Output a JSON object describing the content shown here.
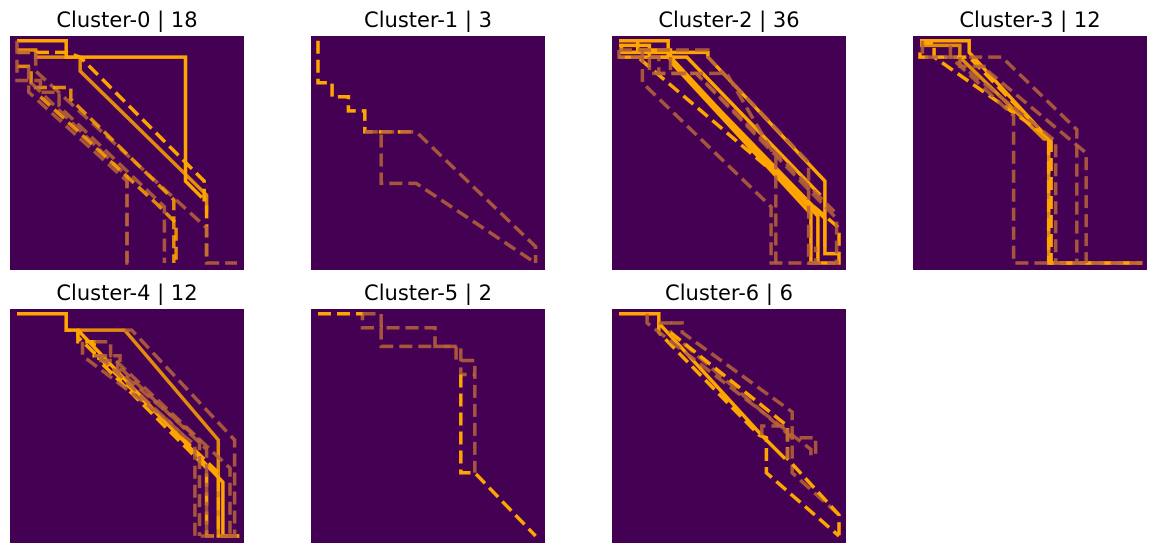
{
  "colors": {
    "background": "#440154",
    "line": "#ffa500",
    "line_faded": "#b8643a"
  },
  "chart_data": [
    {
      "type": "line",
      "title": "Cluster-0 | 18",
      "xlim": [
        0,
        100
      ],
      "ylim": [
        0,
        100
      ],
      "grid": false,
      "axes_visible": false,
      "series": [
        {
          "style": "solid",
          "opacity": 1.0,
          "x": [
            3,
            24,
            24,
            75,
            75,
            82
          ],
          "y": [
            98,
            98,
            91,
            91,
            38,
            31
          ]
        },
        {
          "style": "solid",
          "opacity": 0.85,
          "x": [
            3,
            11,
            11,
            30,
            30,
            84,
            84
          ],
          "y": [
            94,
            94,
            91,
            91,
            85,
            32,
            25
          ]
        },
        {
          "style": "dashed",
          "opacity": 1.0,
          "x": [
            3,
            24,
            30,
            83,
            83,
            84,
            84
          ],
          "y": [
            93,
            93,
            91,
            38,
            30,
            30,
            3
          ]
        },
        {
          "style": "dashed",
          "opacity": 0.55,
          "x": [
            3,
            11,
            11,
            84,
            84,
            97
          ],
          "y": [
            93,
            93,
            85,
            18,
            3,
            3
          ]
        },
        {
          "style": "dashed",
          "opacity": 0.85,
          "x": [
            3,
            9,
            9,
            26,
            26,
            70,
            70
          ],
          "y": [
            87,
            87,
            78,
            78,
            73,
            30,
            3
          ]
        },
        {
          "style": "dashed",
          "opacity": 0.55,
          "x": [
            3,
            3,
            13,
            13,
            21,
            21,
            66,
            66
          ],
          "y": [
            98,
            81,
            81,
            76,
            76,
            70,
            27,
            3
          ]
        },
        {
          "style": "dashed",
          "opacity": 0.55,
          "x": [
            8,
            8,
            50,
            50
          ],
          "y": [
            87,
            76,
            38,
            3
          ]
        },
        {
          "style": "dashed",
          "opacity": 0.55,
          "x": [
            9,
            50,
            50,
            53,
            53
          ],
          "y": [
            80,
            40,
            3,
            3,
            3
          ]
        },
        {
          "style": "dashed",
          "opacity": 0.85,
          "x": [
            13,
            63,
            71,
            71,
            71
          ],
          "y": [
            74,
            28,
            20,
            3,
            3
          ]
        }
      ]
    },
    {
      "type": "line",
      "title": "Cluster-1 | 3",
      "xlim": [
        0,
        100
      ],
      "ylim": [
        0,
        100
      ],
      "grid": false,
      "axes_visible": false,
      "series": [
        {
          "style": "dashed",
          "opacity": 1.0,
          "x": [
            3,
            3,
            9,
            9,
            16,
            16,
            23,
            23,
            45
          ],
          "y": [
            98,
            80,
            80,
            74,
            74,
            68,
            68,
            59,
            59
          ]
        },
        {
          "style": "dashed",
          "opacity": 0.55,
          "x": [
            23,
            30,
            30,
            45,
            96
          ],
          "y": [
            59,
            59,
            37,
            37,
            3
          ]
        },
        {
          "style": "dashed",
          "opacity": 0.55,
          "x": [
            30,
            45,
            96,
            96
          ],
          "y": [
            59,
            59,
            10,
            3
          ]
        }
      ]
    },
    {
      "type": "line",
      "title": "Cluster-2 | 36",
      "xlim": [
        0,
        100
      ],
      "ylim": [
        0,
        100
      ],
      "grid": false,
      "axes_visible": false,
      "series": [
        {
          "style": "solid",
          "opacity": 1.0,
          "x": [
            3,
            24,
            24,
            91,
            91,
            97
          ],
          "y": [
            98,
            98,
            91,
            22,
            7,
            7
          ]
        },
        {
          "style": "solid",
          "opacity": 1.0,
          "x": [
            3,
            16,
            16,
            32,
            89
          ],
          "y": [
            96,
            96,
            91,
            91,
            32
          ]
        },
        {
          "style": "solid",
          "opacity": 1.0,
          "x": [
            3,
            11,
            11,
            25,
            25,
            88,
            88
          ],
          "y": [
            98,
            98,
            94,
            94,
            91,
            23,
            3
          ]
        },
        {
          "style": "solid",
          "opacity": 1.0,
          "x": [
            3,
            4,
            4,
            41,
            41,
            91,
            91
          ],
          "y": [
            96,
            96,
            93,
            93,
            91,
            38,
            10
          ]
        },
        {
          "style": "solid",
          "opacity": 1.0,
          "x": [
            3,
            26,
            26,
            85,
            85,
            96
          ],
          "y": [
            91,
            91,
            88,
            24,
            3,
            3
          ]
        },
        {
          "style": "dashed",
          "opacity": 1.0,
          "x": [
            3,
            11,
            11,
            97,
            97,
            94
          ],
          "y": [
            98,
            98,
            91,
            18,
            3,
            3
          ]
        },
        {
          "style": "dashed",
          "opacity": 0.55,
          "x": [
            3,
            3,
            20,
            20,
            36,
            95
          ],
          "y": [
            94,
            91,
            91,
            84,
            84,
            25
          ]
        },
        {
          "style": "dashed",
          "opacity": 0.55,
          "x": [
            3,
            41,
            41,
            84,
            84,
            97
          ],
          "y": [
            94,
            94,
            91,
            46,
            3,
            3
          ]
        },
        {
          "style": "dashed",
          "opacity": 0.55,
          "x": [
            13,
            13,
            68,
            68,
            87,
            87
          ],
          "y": [
            94,
            80,
            27,
            3,
            3,
            10
          ]
        },
        {
          "style": "dashed",
          "opacity": 0.55,
          "x": [
            25,
            25,
            36,
            96,
            96
          ],
          "y": [
            91,
            84,
            84,
            22,
            3
          ]
        },
        {
          "style": "dashed",
          "opacity": 0.55,
          "x": [
            16,
            16,
            49,
            70,
            70
          ],
          "y": [
            91,
            84,
            84,
            48,
            3
          ]
        }
      ]
    },
    {
      "type": "line",
      "title": "Cluster-3 | 12",
      "xlim": [
        0,
        100
      ],
      "ylim": [
        0,
        100
      ],
      "grid": false,
      "axes_visible": false,
      "series": [
        {
          "style": "solid",
          "opacity": 1.0,
          "x": [
            3,
            24,
            24,
            58,
            58
          ],
          "y": [
            98,
            98,
            93,
            56,
            52
          ]
        },
        {
          "style": "solid",
          "opacity": 0.85,
          "x": [
            3,
            20,
            20,
            56,
            58,
            58,
            98
          ],
          "y": [
            96,
            96,
            91,
            56,
            56,
            3,
            3
          ]
        },
        {
          "style": "dashed",
          "opacity": 1.0,
          "x": [
            3,
            9,
            9,
            59,
            59,
            68
          ],
          "y": [
            97,
            97,
            91,
            56,
            3,
            3
          ]
        },
        {
          "style": "dashed",
          "opacity": 1.0,
          "x": [
            3,
            3,
            24,
            58,
            58,
            98,
            98
          ],
          "y": [
            93,
            91,
            91,
            56,
            3,
            3,
            3
          ]
        },
        {
          "style": "dashed",
          "opacity": 0.55,
          "x": [
            4,
            4,
            20,
            20,
            32,
            32,
            74,
            74
          ],
          "y": [
            98,
            91,
            91,
            87,
            87,
            85,
            50,
            3
          ]
        },
        {
          "style": "dashed",
          "opacity": 0.55,
          "x": [
            16,
            16,
            43,
            43,
            43,
            98
          ],
          "y": [
            96,
            91,
            66,
            3,
            3,
            3
          ]
        },
        {
          "style": "dashed",
          "opacity": 0.55,
          "x": [
            20,
            20,
            61,
            61,
            61
          ],
          "y": [
            91,
            88,
            55,
            3,
            3
          ]
        },
        {
          "style": "dashed",
          "opacity": 0.55,
          "x": [
            24,
            38,
            70,
            70,
            70
          ],
          "y": [
            91,
            91,
            60,
            3,
            3
          ]
        }
      ]
    },
    {
      "type": "line",
      "title": "Cluster-4 | 12",
      "xlim": [
        0,
        100
      ],
      "ylim": [
        0,
        100
      ],
      "grid": false,
      "axes_visible": false,
      "series": [
        {
          "style": "solid",
          "opacity": 1.0,
          "x": [
            3,
            24,
            24,
            29,
            91,
            91,
            98
          ],
          "y": [
            98,
            98,
            91,
            91,
            26,
            3,
            3
          ]
        },
        {
          "style": "solid",
          "opacity": 0.85,
          "x": [
            29,
            49,
            89,
            89
          ],
          "y": [
            91,
            91,
            44,
            3
          ]
        },
        {
          "style": "dashed",
          "opacity": 1.0,
          "x": [
            29,
            29,
            36,
            36,
            38,
            38,
            84,
            84,
            98
          ],
          "y": [
            91,
            86,
            86,
            80,
            80,
            78,
            32,
            3,
            3
          ]
        },
        {
          "style": "dashed",
          "opacity": 1.0,
          "x": [
            3,
            24,
            24,
            29,
            29,
            89,
            89,
            98,
            98
          ],
          "y": [
            98,
            98,
            91,
            91,
            88,
            30,
            3,
            3,
            3
          ]
        },
        {
          "style": "dashed",
          "opacity": 0.55,
          "x": [
            36,
            43,
            43,
            94,
            94,
            97
          ],
          "y": [
            86,
            86,
            80,
            32,
            3,
            3
          ]
        },
        {
          "style": "dashed",
          "opacity": 0.55,
          "x": [
            36,
            47,
            47,
            84,
            84
          ],
          "y": [
            80,
            80,
            75,
            40,
            3
          ]
        },
        {
          "style": "dashed",
          "opacity": 0.55,
          "x": [
            38,
            46,
            46,
            81,
            81
          ],
          "y": [
            78,
            78,
            74,
            44,
            3
          ]
        },
        {
          "style": "dashed",
          "opacity": 0.55,
          "x": [
            49,
            52,
            96,
            96,
            93
          ],
          "y": [
            91,
            91,
            44,
            3,
            3
          ]
        },
        {
          "style": "dashed",
          "opacity": 0.55,
          "x": [
            31,
            31,
            68,
            74,
            74
          ],
          "y": [
            86,
            80,
            52,
            46,
            46
          ]
        },
        {
          "style": "dashed",
          "opacity": 0.55,
          "x": [
            38,
            74,
            79,
            79,
            98
          ],
          "y": [
            80,
            46,
            42,
            3,
            3
          ]
        }
      ]
    },
    {
      "type": "line",
      "title": "Cluster-5 | 2",
      "xlim": [
        0,
        100
      ],
      "ylim": [
        0,
        100
      ],
      "grid": false,
      "axes_visible": false,
      "series": [
        {
          "style": "dashed",
          "opacity": 0.55,
          "x": [
            3,
            22,
            22,
            30,
            30,
            62,
            62,
            70,
            70,
            70
          ],
          "y": [
            98,
            98,
            92,
            92,
            84,
            84,
            78,
            78,
            72,
            30
          ]
        },
        {
          "style": "dashed",
          "opacity": 0.55,
          "x": [
            22,
            30,
            30,
            53,
            53,
            64,
            64,
            70
          ],
          "y": [
            98,
            98,
            92,
            92,
            84,
            84,
            72,
            72
          ]
        },
        {
          "style": "dashed",
          "opacity": 1.0,
          "x": [
            64,
            64,
            70,
            96
          ],
          "y": [
            72,
            30,
            30,
            3
          ]
        },
        {
          "style": "dashed",
          "opacity": 1.0,
          "x": [
            3,
            22
          ],
          "y": [
            98,
            98
          ]
        }
      ]
    },
    {
      "type": "line",
      "title": "Cluster-6 | 6",
      "xlim": [
        0,
        100
      ],
      "ylim": [
        0,
        100
      ],
      "grid": false,
      "axes_visible": false,
      "series": [
        {
          "style": "solid",
          "opacity": 1.0,
          "x": [
            3,
            20,
            20,
            64,
            64,
            74,
            74
          ],
          "y": [
            98,
            98,
            94,
            46,
            46,
            36,
            36
          ]
        },
        {
          "style": "dashed",
          "opacity": 1.0,
          "x": [
            20,
            20,
            63,
            63,
            66,
            66,
            97,
            97
          ],
          "y": [
            94,
            90,
            46,
            46,
            45,
            30,
            3,
            3
          ]
        },
        {
          "style": "dashed",
          "opacity": 0.55,
          "x": [
            20,
            25,
            25,
            77,
            77,
            97
          ],
          "y": [
            94,
            94,
            90,
            45,
            30,
            12
          ]
        },
        {
          "style": "dashed",
          "opacity": 1.0,
          "x": [
            25,
            75,
            75,
            97,
            97
          ],
          "y": [
            90,
            50,
            36,
            12,
            3
          ]
        },
        {
          "style": "dashed",
          "opacity": 0.55,
          "x": [
            25,
            30,
            30,
            77,
            77,
            87,
            87
          ],
          "y": [
            94,
            94,
            90,
            56,
            45,
            45,
            36
          ]
        },
        {
          "style": "dashed",
          "opacity": 0.55,
          "x": [
            64,
            64,
            66,
            75,
            75
          ],
          "y": [
            46,
            50,
            50,
            50,
            36
          ]
        },
        {
          "style": "dashed",
          "opacity": 0.55,
          "x": [
            15,
            15,
            85,
            85
          ],
          "y": [
            98,
            94,
            40,
            36
          ]
        }
      ]
    }
  ]
}
